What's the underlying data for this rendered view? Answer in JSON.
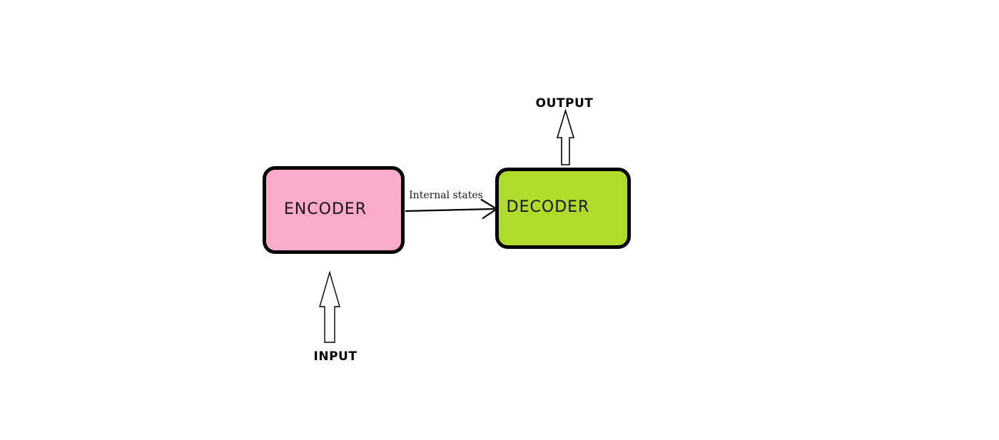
{
  "canvas": {
    "background": "#ffffff"
  },
  "nodes": {
    "encoder": {
      "label": "ENCODER",
      "fill": "#fbaacb",
      "stroke": "#000000"
    },
    "decoder": {
      "label": "DECODER",
      "fill": "#aedc28",
      "stroke": "#000000"
    }
  },
  "flows": {
    "internal_states": {
      "label": "Internal states",
      "color": "#000000"
    },
    "input": {
      "label": "INPUT",
      "arrow_fill": "#ffffff",
      "arrow_stroke": "#000000"
    },
    "output": {
      "label": "OUTPUT",
      "arrow_fill": "#ffffff",
      "arrow_stroke": "#000000"
    }
  }
}
